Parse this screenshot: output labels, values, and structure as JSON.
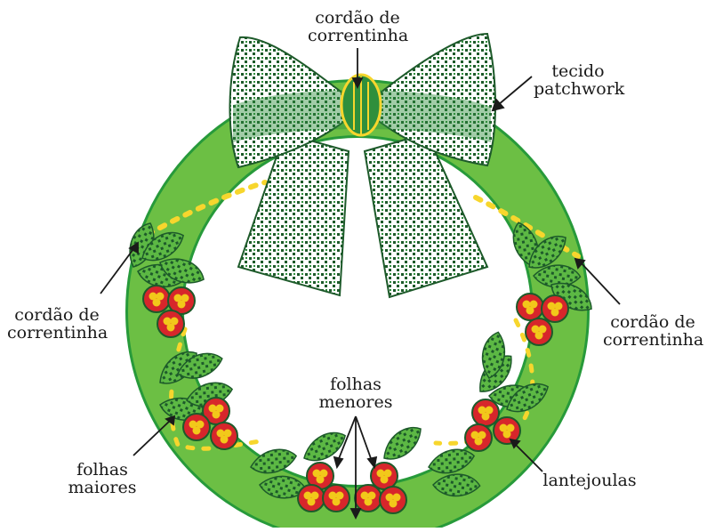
{
  "labels": {
    "top_cord": [
      "cordão de",
      "correntinha"
    ],
    "fabric": [
      "tecido",
      "patchwork"
    ],
    "left_cord": [
      "cordão de",
      "correntinha"
    ],
    "right_cord": [
      "cordão de",
      "correntinha"
    ],
    "small_leaves": [
      "folhas",
      "menores"
    ],
    "big_leaves": [
      "folhas",
      "maiores"
    ],
    "sequins": [
      "lantejoulas"
    ]
  },
  "colors": {
    "wreath_fill": "#6cbf44",
    "wreath_stroke": "#279a3a",
    "dark_green": "#1d5a2a",
    "bow_green": "#2f8f3c",
    "cord_yellow": "#f7d62d",
    "berry_red": "#d7262b",
    "berry_center": "#f2c81a"
  }
}
